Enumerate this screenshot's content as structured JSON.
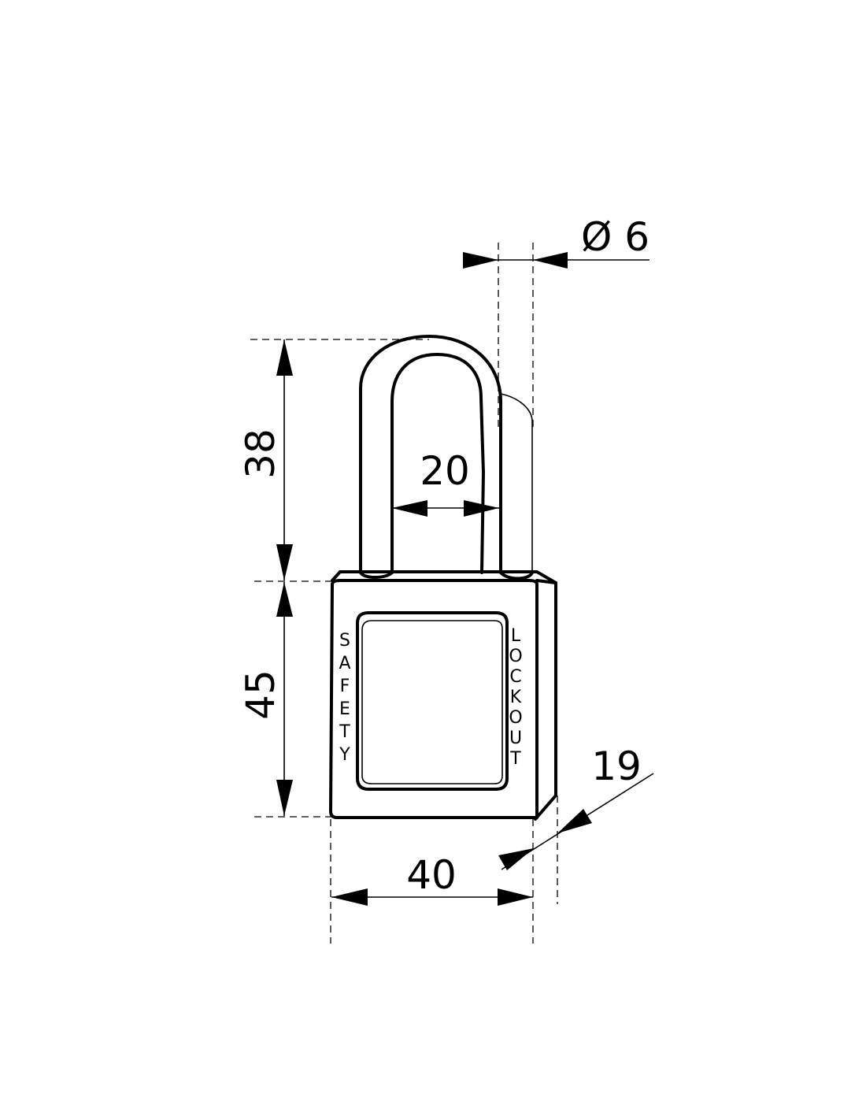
{
  "dimensions": {
    "shackle_diameter": "Ø 6",
    "shackle_height": "38",
    "shackle_inner_width": "20",
    "body_height": "45",
    "body_width": "40",
    "body_depth": "19"
  },
  "body_labels": {
    "left": [
      "S",
      "A",
      "F",
      "E",
      "T",
      "Y"
    ],
    "right": [
      "L",
      "O",
      "C",
      "K",
      "O",
      "U",
      "T"
    ]
  }
}
